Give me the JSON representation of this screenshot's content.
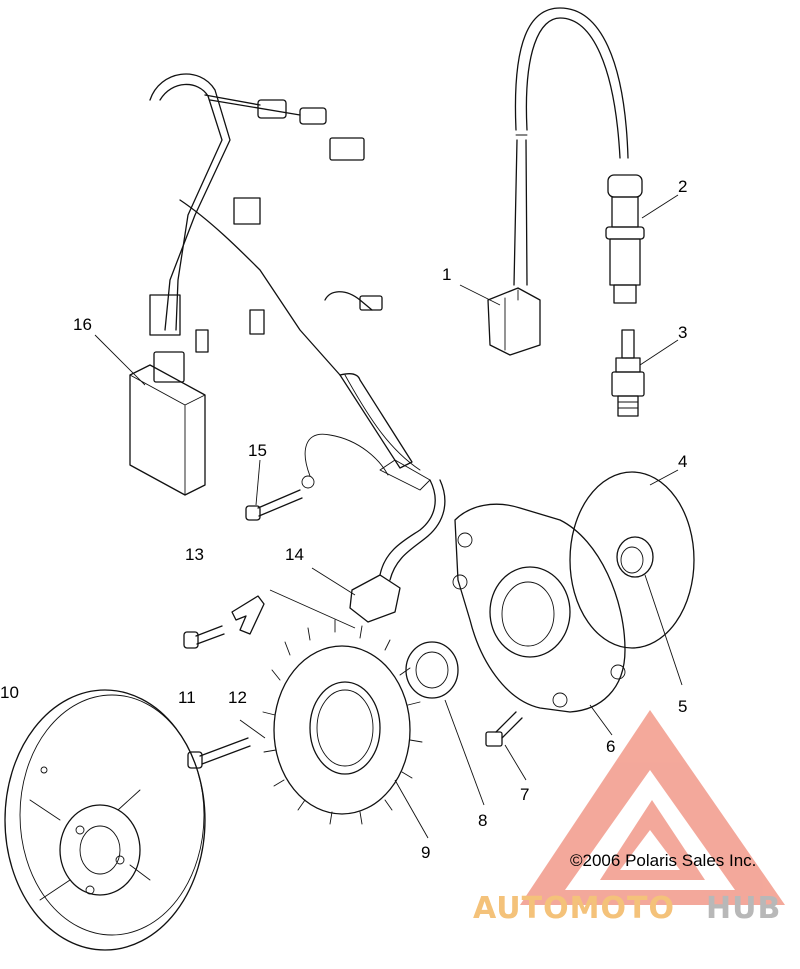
{
  "callouts": [
    {
      "id": "1",
      "label": "1"
    },
    {
      "id": "2",
      "label": "2"
    },
    {
      "id": "3",
      "label": "3"
    },
    {
      "id": "4",
      "label": "4"
    },
    {
      "id": "5",
      "label": "5"
    },
    {
      "id": "6",
      "label": "6"
    },
    {
      "id": "7",
      "label": "7"
    },
    {
      "id": "8",
      "label": "8"
    },
    {
      "id": "9",
      "label": "9"
    },
    {
      "id": "10",
      "label": "10"
    },
    {
      "id": "11",
      "label": "11"
    },
    {
      "id": "12",
      "label": "12"
    },
    {
      "id": "13",
      "label": "13"
    },
    {
      "id": "14",
      "label": "14"
    },
    {
      "id": "15",
      "label": "15"
    },
    {
      "id": "16",
      "label": "16"
    }
  ],
  "copyright": "©2006 Polaris Sales Inc.",
  "watermark": {
    "text_part1": "AUTOMOTO",
    "text_part2": "HUB",
    "color_primary": "#f29a8a",
    "color_secondary": "#b8b8b8",
    "color_text1": "#f4c27a"
  },
  "colors": {
    "line": "#111111",
    "background": "#ffffff"
  }
}
